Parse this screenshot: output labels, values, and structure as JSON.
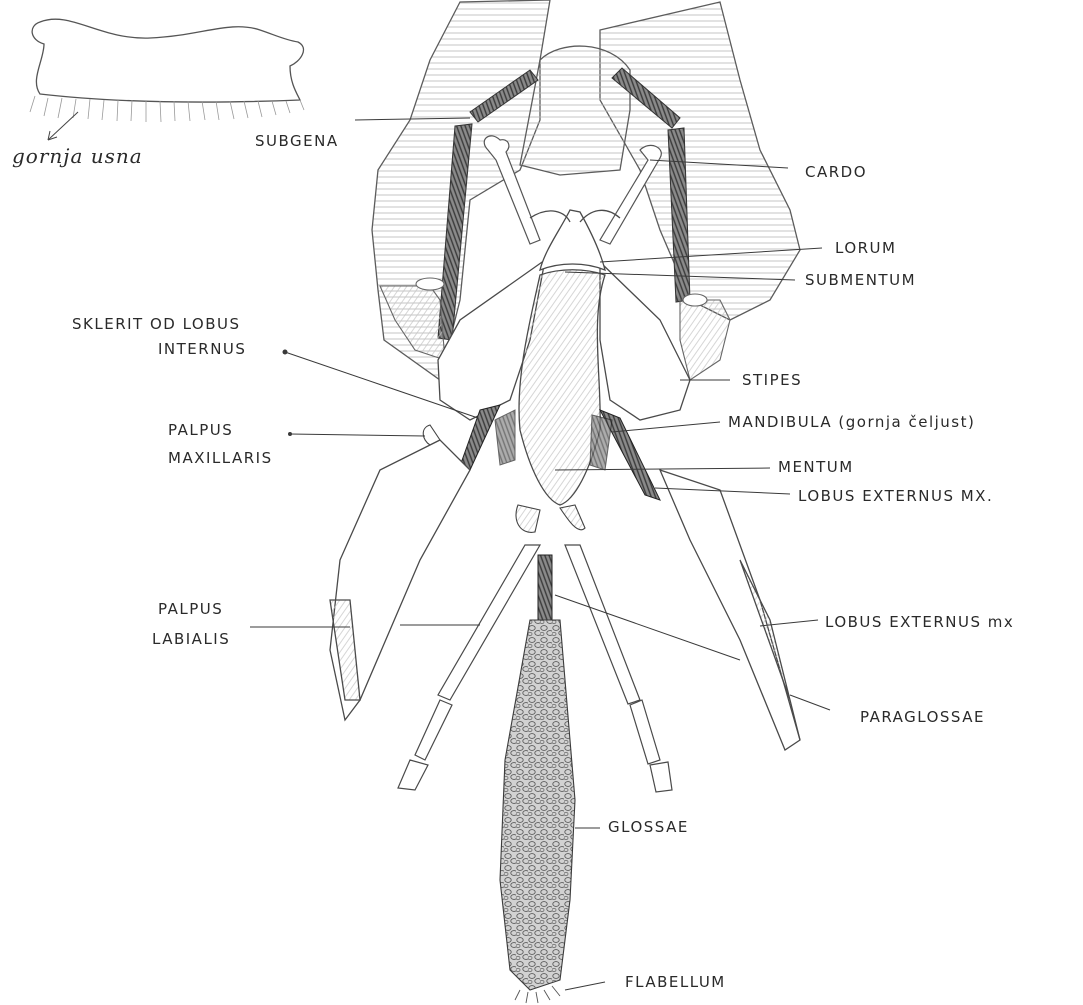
{
  "labels": {
    "gornja_usna": "gornja usna",
    "subgena": "SUBGENA",
    "cardo": "CARDO",
    "lorum": "LORUM",
    "submentum": "SUBMENTUM",
    "sklerit_line1": "SKLERIT OD LOBUS",
    "sklerit_line2": "INTERNUS",
    "stipes": "STIPES",
    "palpus_max_line1": "PALPUS",
    "palpus_max_line2": "MAXILLARIS",
    "mandibula": "MANDIBULA (gornja čeljust)",
    "mentum": "MENTUM",
    "lobus_ext_1": "LOBUS EXTERNUS MX.",
    "palpus_lab_line1": "PALPUS",
    "palpus_lab_line2": "LABIALIS",
    "lobus_ext_2": "LOBUS EXTERNUS mx",
    "paraglossae": "PARAGLOSSAE",
    "glossae": "GLOSSAE",
    "flabellum": "FLABELLUM"
  }
}
